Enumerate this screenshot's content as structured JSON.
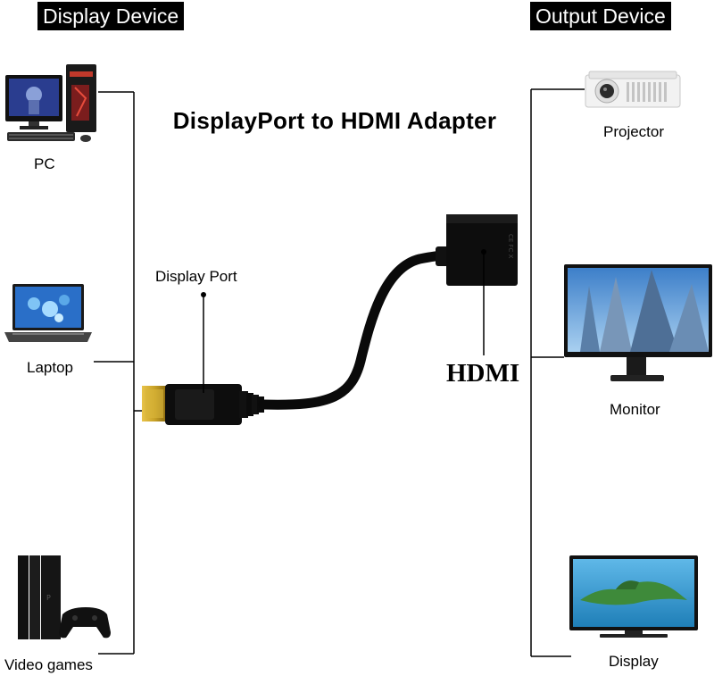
{
  "headers": {
    "left": "Display Device",
    "right": "Output Device"
  },
  "title": "DisplayPort to HDMI Adapter",
  "inputs": [
    {
      "label": "PC",
      "icon": "desktop-pc-icon"
    },
    {
      "label": "Laptop",
      "icon": "laptop-icon"
    },
    {
      "label": "Video games",
      "icon": "game-console-icon"
    }
  ],
  "outputs": [
    {
      "label": "Projector",
      "icon": "projector-icon"
    },
    {
      "label": "Monitor",
      "icon": "monitor-icon"
    },
    {
      "label": "Display",
      "icon": "tv-display-icon"
    }
  ],
  "adapter": {
    "input_label": "Display Port",
    "output_label": "HDMI"
  },
  "colors": {
    "line": "#000000",
    "connector_gold": "#c9a227",
    "header_bg": "#000000",
    "header_text": "#ffffff"
  }
}
